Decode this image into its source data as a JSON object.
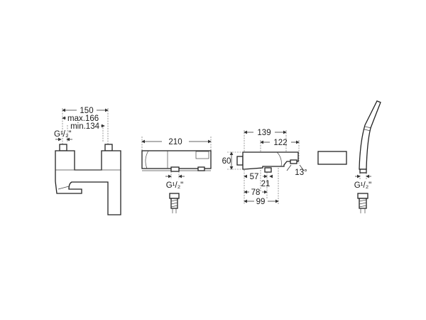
{
  "drawing": {
    "colors": {
      "line": "#222222",
      "background": "#ffffff"
    },
    "views": {
      "front": {
        "dim_total": "150",
        "dim_max": "max.166",
        "dim_min": "min.134",
        "thread": "G¹/₂\""
      },
      "top": {
        "dim_width": "210",
        "thread": "G¹/₂\""
      },
      "side": {
        "dim_139": "139",
        "dim_122": "122",
        "dim_60": "60",
        "dim_57": "57",
        "dim_21": "21",
        "dim_78": "78",
        "dim_99": "99",
        "angle": "13°"
      },
      "handshower": {
        "thread": "G¹/₂\""
      }
    }
  }
}
